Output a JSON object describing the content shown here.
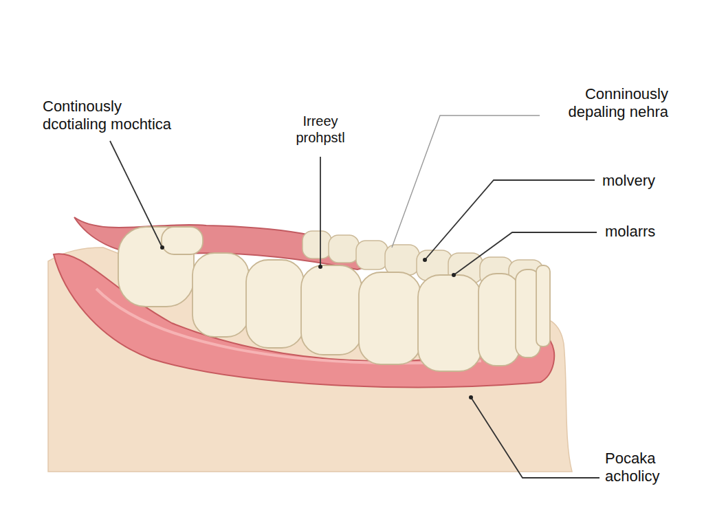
{
  "diagram": {
    "labels": [
      "Continously dcotialing mochtica",
      "Irreey prohpstl",
      "Conninously depaling nehra",
      "molvery",
      "molarrs",
      "Pocaka acholicy"
    ]
  }
}
